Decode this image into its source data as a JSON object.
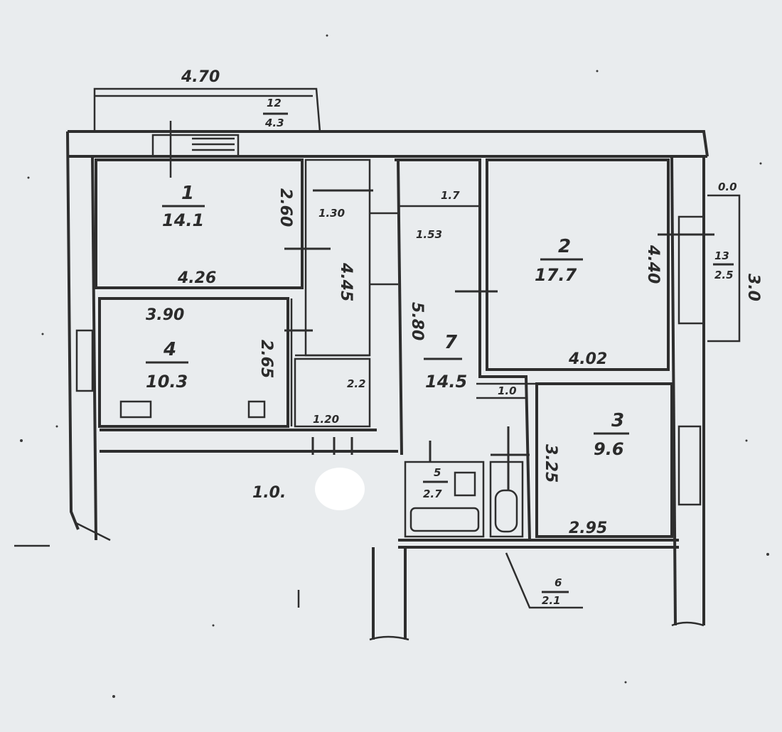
{
  "colors": {
    "paper": "#e9ecee",
    "ink": "#2e2e2e"
  },
  "dimensions": {
    "top_width": "4.70",
    "right_strip": "0.0",
    "right_side": "3.0",
    "bottom_dash": "1.0."
  },
  "rooms": [
    {
      "id": "room-1",
      "number": "1",
      "area": "14.1",
      "width": "4.26",
      "height": "2.60"
    },
    {
      "id": "room-2",
      "number": "2",
      "area": "17.7",
      "width": "4.02",
      "height": "4.40"
    },
    {
      "id": "room-3",
      "number": "3",
      "area": "9.6",
      "width": "2.95",
      "height": "3.25"
    },
    {
      "id": "room-4",
      "number": "4",
      "area": "10.3",
      "width": "3.90",
      "height": "2.65"
    },
    {
      "id": "room-7",
      "number": "7",
      "area": "14.5",
      "height": "5.80"
    }
  ],
  "small_rooms": [
    {
      "id": "room-5",
      "number": "5",
      "area": "2.7"
    },
    {
      "id": "room-6",
      "number": "6",
      "area": "2.1"
    },
    {
      "id": "room-12",
      "number": "12",
      "area": "4.3"
    },
    {
      "id": "room-13",
      "number": "13",
      "area": "2.5"
    }
  ],
  "closets": {
    "left_top_width": "1.30",
    "left_bottom_width": "1.20",
    "right_top_width": "1.53",
    "corridor_height": "4.45",
    "tiny_1": "1.0",
    "tiny_2": "2.2",
    "tiny_3": "1.7"
  }
}
